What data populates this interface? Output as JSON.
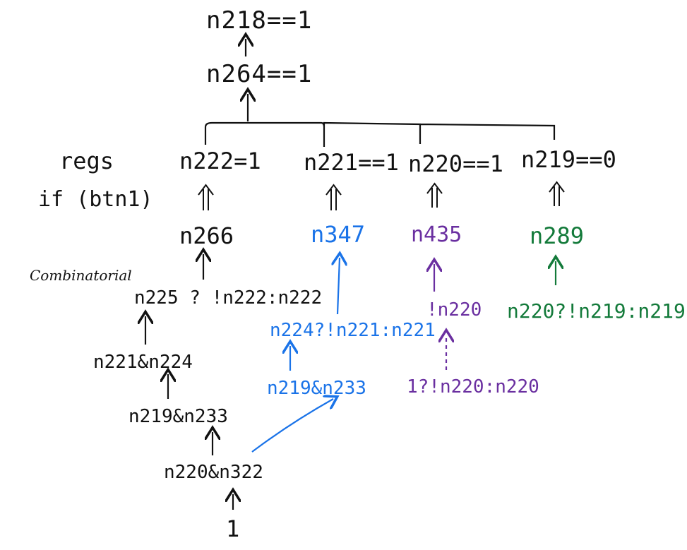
{
  "colors": {
    "black": "#111111",
    "blue": "#1a73e8",
    "purple": "#6a2fa0",
    "green": "#137a3a"
  },
  "top": {
    "n218_cond": "n218==1",
    "n264_cond": "n264==1"
  },
  "row_labels": {
    "regs": "regs",
    "if_btn": "if (btn1)",
    "combinational": "Combinatorial"
  },
  "regs": {
    "n222": "n222=1",
    "n221": "n221==1",
    "n220": "n220==1",
    "n219": "n219==0"
  },
  "next": {
    "n266": "n266",
    "n347": "n347",
    "n435": "n435",
    "n289": "n289"
  },
  "black_chain": {
    "mux": "n225 ? !n222:n222",
    "and1": "n221&n224",
    "and2": "n219&n233",
    "and3": "n220&n322",
    "one": "1"
  },
  "blue_chain": {
    "mux": "n224?!n221:n221",
    "and": "n219&n233"
  },
  "purple_chain": {
    "not": "!n220",
    "mux": "1?!n220:n220"
  },
  "green_chain": {
    "mux": "n220?!n219:n219"
  }
}
